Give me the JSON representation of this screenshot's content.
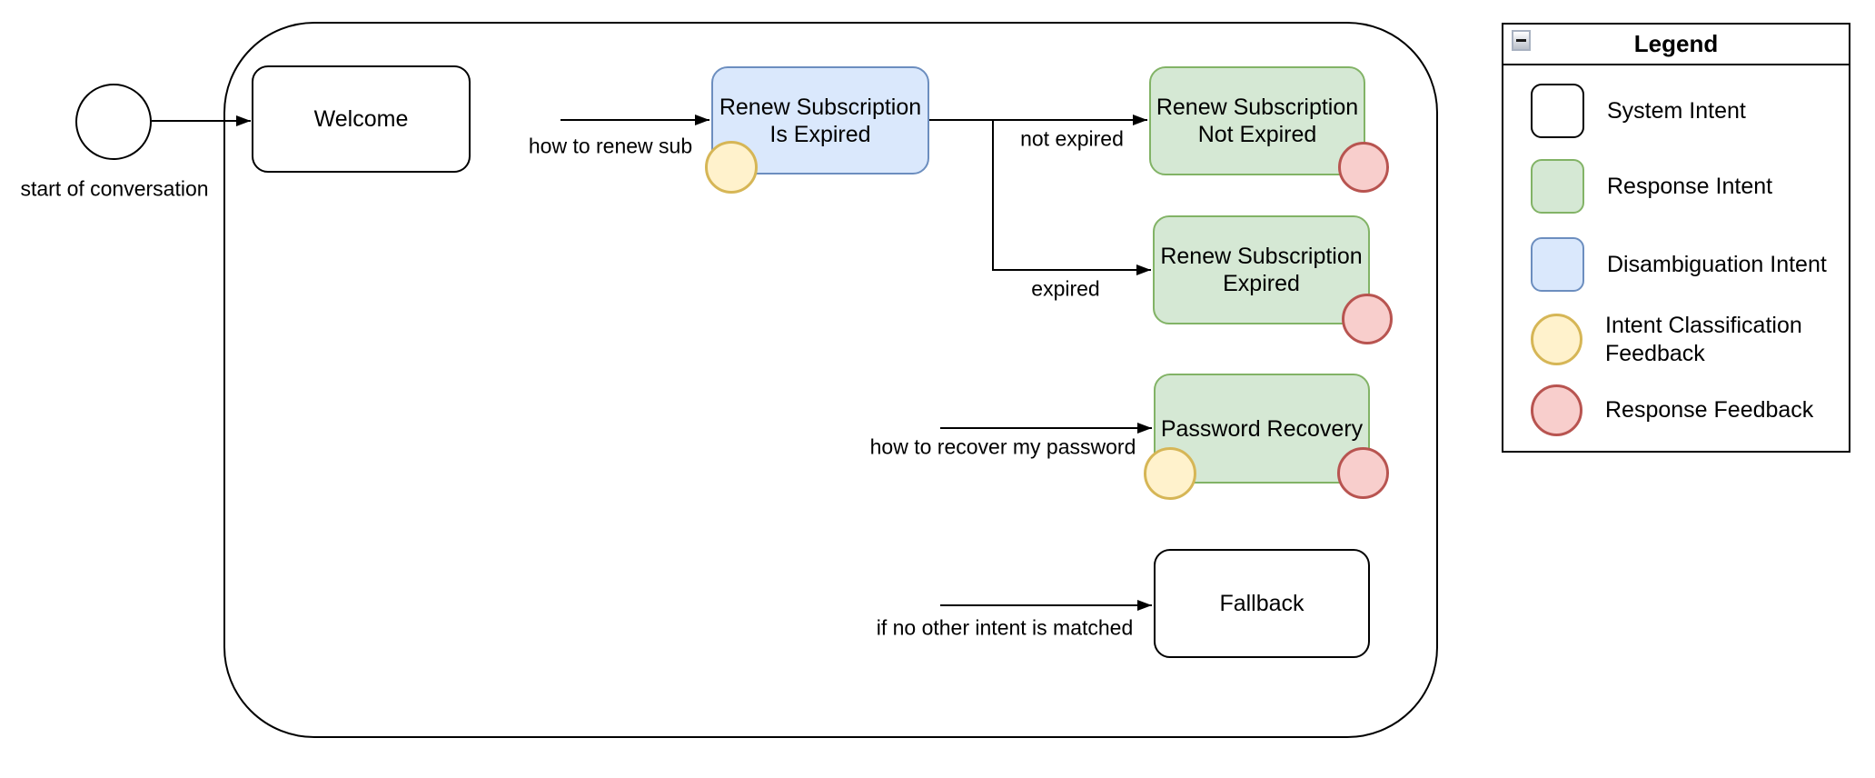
{
  "colors": {
    "system_intent_fill": "#ffffff",
    "system_intent_stroke": "#000000",
    "response_intent_fill": "#d5e8d4",
    "response_intent_stroke": "#82b366",
    "disambiguation_intent_fill": "#dae8fc",
    "disambiguation_intent_stroke": "#6c8ebf",
    "intent_feedback_fill": "#fff2cc",
    "intent_feedback_stroke": "#d6b656",
    "response_feedback_fill": "#f8cecc",
    "response_feedback_stroke": "#b85450"
  },
  "diagram": {
    "start_label": "start of conversation",
    "nodes": {
      "welcome": {
        "type": "system",
        "lines": [
          "Welcome"
        ]
      },
      "renew_is_expired": {
        "type": "disambiguation",
        "lines": [
          "Renew Subscription",
          "Is Expired"
        ]
      },
      "renew_not_expired": {
        "type": "response",
        "lines": [
          "Renew Subscription",
          "Not Expired"
        ]
      },
      "renew_expired": {
        "type": "response",
        "lines": [
          "Renew Subscription",
          "Expired"
        ]
      },
      "password_recovery": {
        "type": "response",
        "lines": [
          "Password Recovery"
        ]
      },
      "fallback": {
        "type": "system",
        "lines": [
          "Fallback"
        ]
      }
    },
    "edge_labels": {
      "how_to_renew": "how to renew sub",
      "not_expired": "not expired",
      "expired": "expired",
      "recover_password": "how to recover my password",
      "no_intent_matched": "if no other intent is matched"
    }
  },
  "legend": {
    "title": "Legend",
    "items": [
      {
        "label": "System Intent"
      },
      {
        "label": "Response Intent"
      },
      {
        "label": "Disambiguation Intent"
      },
      {
        "label": "Intent Classification Feedback"
      },
      {
        "label": "Response Feedback"
      }
    ]
  }
}
